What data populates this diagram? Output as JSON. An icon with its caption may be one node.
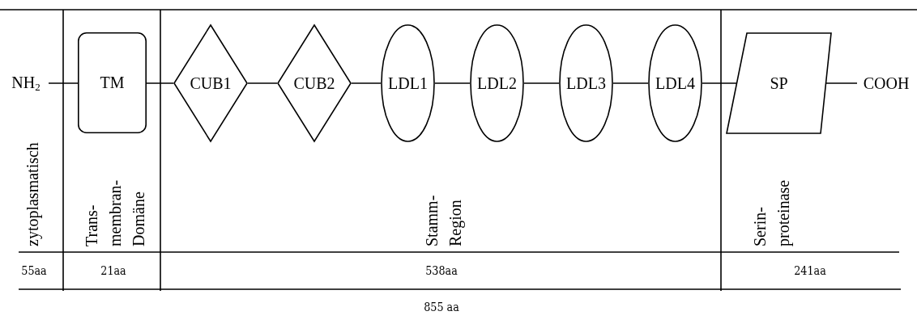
{
  "diagram": {
    "nodes": [
      {
        "text": [
          "NH$_{2}$"
        ]
      },
      {
        "text": [
          "TM"
        ]
      },
      {
        "text": [
          "CUB1"
        ]
      },
      {
        "text": [
          "CUB2"
        ]
      },
      {
        "text": [
          "LDL1"
        ]
      },
      {
        "text": [
          "LDL2"
        ]
      },
      {
        "text": [
          "LDL3"
        ]
      },
      {
        "text": [
          "LDL4"
        ]
      },
      {
        "text": [
          "SP"
        ]
      },
      {
        "text": [
          "COOH"
        ]
      }
    ],
    "edges": [
      {
        "from": 0,
        "to": 1,
        "arrow": "none"
      },
      {
        "from": 1,
        "to": 2,
        "arrow": "none"
      },
      {
        "from": 2,
        "to": 3,
        "arrow": "none"
      },
      {
        "from": 3,
        "to": 4,
        "arrow": "none"
      },
      {
        "from": 4,
        "to": 5,
        "arrow": "none"
      },
      {
        "from": 5,
        "to": 6,
        "arrow": "none"
      },
      {
        "from": 6,
        "to": 7,
        "arrow": "none"
      },
      {
        "from": 7,
        "to": 8,
        "arrow": "none"
      },
      {
        "from": 8,
        "to": 9,
        "arrow": "none"
      }
    ],
    "labels": [
      "zytoplasmatisch",
      "Trans- membran- Domäne",
      "Stamm- Region",
      "Serin- proteinase",
      "55aa",
      "21aa",
      "538aa",
      "241aa",
      "855 aa"
    ]
  }
}
